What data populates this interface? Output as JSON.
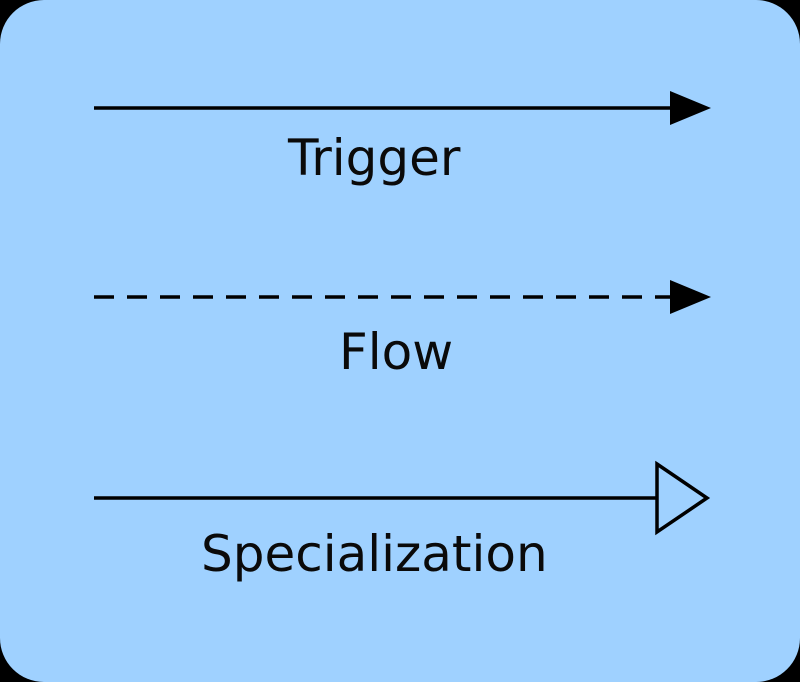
{
  "colors": {
    "background": "#9fd1ff",
    "stroke": "#000000",
    "text": "#0a0a0a"
  },
  "legend": {
    "items": [
      {
        "label": "Trigger",
        "line_style": "solid",
        "arrowhead": "filled-triangle"
      },
      {
        "label": "Flow",
        "line_style": "dashed",
        "arrowhead": "filled-triangle"
      },
      {
        "label": "Specialization",
        "line_style": "solid",
        "arrowhead": "hollow-triangle"
      }
    ]
  }
}
